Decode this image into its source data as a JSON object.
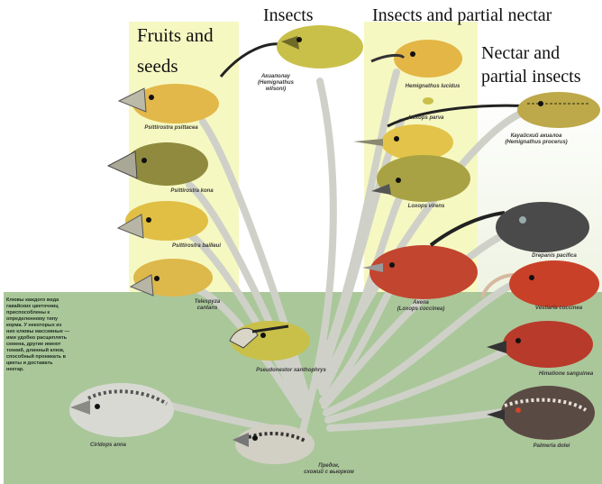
{
  "headers": {
    "fruits_seeds": "Fruits and seeds",
    "insects": "Insects",
    "insects_nectar": "Insects and partial nectar",
    "nectar_insects": "Nectar and partial insects"
  },
  "note": "Клювы каждого вида гавайских цветочниц приспособлены к определенному типу корма. У некоторых из них клювы массивные — ими удобно расщеплять семена, другие имеют тонкий, длинный клюв, способный проникать в цветы и доставать нектар.",
  "species": [
    {
      "id": "akiapolaau",
      "caption": "Акиаполау\n(Hemignathus\nwilsoni)"
    },
    {
      "id": "psittirostra-psittacea",
      "caption": "Psittirostra psittacea"
    },
    {
      "id": "psittirostra-kona",
      "caption": "Psittirostra kona"
    },
    {
      "id": "psittirostra-bailleui",
      "caption": "Psittirostra bailleui"
    },
    {
      "id": "telespyza-cantans",
      "caption": "Telespyza\ncantans"
    },
    {
      "id": "pseudonestor",
      "caption": "Pseudonestor xanthophrys"
    },
    {
      "id": "ciridops-anna",
      "caption": "Ciridops anna"
    },
    {
      "id": "ancestor",
      "caption": "Предок,\nсхожий с вьюрком"
    },
    {
      "id": "hemignathus-lucidus",
      "caption": "Hemignathus lucidus"
    },
    {
      "id": "loxops-parva",
      "caption": "Loxops parva"
    },
    {
      "id": "hemignathus-procerus",
      "caption": "Кауайский акиалоа\n(Hemignathus procerus)"
    },
    {
      "id": "loxops-virens",
      "caption": "Loxops virens"
    },
    {
      "id": "akepa",
      "caption": "Акепа\n(Loxops coccinea)"
    },
    {
      "id": "drepanis-pacifica",
      "caption": "Drepanis pacifica"
    },
    {
      "id": "vestiaria-coccinea",
      "caption": "Vestiaria coccinea"
    },
    {
      "id": "himatione-sanguinea",
      "caption": "Himatione sanguinea"
    },
    {
      "id": "palmeria-dolei",
      "caption": "Palmeria dolei"
    }
  ],
  "colors": {
    "yellow_band": "#f6f8c2",
    "green_band": "#aac79a",
    "branch": "#cfd1c9",
    "olive": "#c9c04a",
    "dark_olive": "#7f7a2c",
    "red": "#c2452f",
    "dark_gray": "#4a4a4a"
  }
}
